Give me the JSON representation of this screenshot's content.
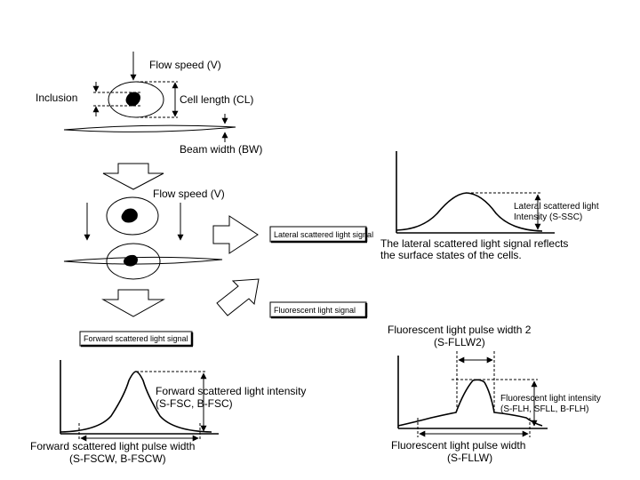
{
  "top": {
    "flow_speed": "Flow speed (V)",
    "inclusion": "Inclusion",
    "cell_length": "Cell length (CL)",
    "beam_width": "Beam width (BW)"
  },
  "middle": {
    "flow_speed": "Flow speed (V)"
  },
  "signals": {
    "lateral_box": "Lateral scattered light signal",
    "fluorescent_box": "Fluorescent light signal",
    "forward_box": "Forward scattered light signal"
  },
  "lateral_plot": {
    "intensity_line1": "Lateral scattered light",
    "intensity_line2": "Intensity (S-SSC)",
    "caption_line1": "The lateral scattered light signal reflects",
    "caption_line2": "the surface states of the cells."
  },
  "forward_plot": {
    "intensity_line1": "Forward scattered light intensity",
    "intensity_line2": "(S-FSC, B-FSC)",
    "width_line1": "Forward scattered light pulse width",
    "width_line2": "(S-FSCW, B-FSCW)"
  },
  "fluor_plot": {
    "pw2_line1": "Fluorescent light pulse width 2",
    "pw2_line2": "(S-FLLW2)",
    "intensity_line1": "Fluorescent light intensity",
    "intensity_line2": "(S-FLH, SFLL, B-FLH)",
    "width_line1": "Fluorescent light pulse width",
    "width_line2": "(S-FLLW)"
  }
}
